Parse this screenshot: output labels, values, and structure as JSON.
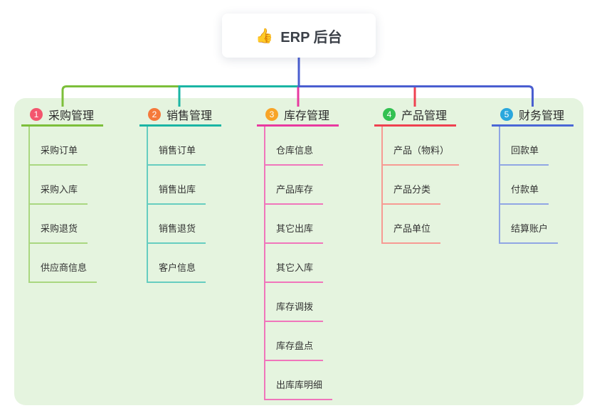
{
  "page": {
    "background": "#ffffff",
    "panel_bg": "#e5f4df"
  },
  "root": {
    "emoji": "👍",
    "label": "ERP 后台"
  },
  "connectors": {
    "bus_blue": "#4a5ed0"
  },
  "branches": [
    {
      "num": "1",
      "label": "采购管理",
      "color": "#7cbf3a",
      "light_color": "#a9d780",
      "badge_color": "#f3566e",
      "children": [
        "采购订单",
        "采购入库",
        "采购退货",
        "供应商信息"
      ]
    },
    {
      "num": "2",
      "label": "销售管理",
      "color": "#1ab5a4",
      "light_color": "#66cdc0",
      "badge_color": "#f5793b",
      "children": [
        "销售订单",
        "销售出库",
        "销售退货",
        "客户信息"
      ]
    },
    {
      "num": "3",
      "label": "库存管理",
      "color": "#e83aa0",
      "light_color": "#f075bb",
      "badge_color": "#f8a427",
      "children": [
        "仓库信息",
        "产品库存",
        "其它出库",
        "其它入库",
        "库存调拨",
        "库存盘点",
        "出库库明细"
      ]
    },
    {
      "num": "4",
      "label": "产品管理",
      "color": "#ef4150",
      "light_color": "#f79a93",
      "badge_color": "#32c151",
      "children": [
        "产品（物料）",
        "产品分类",
        "产品单位"
      ]
    },
    {
      "num": "5",
      "label": "财务管理",
      "color": "#4a67d6",
      "light_color": "#90a6e4",
      "badge_color": "#2aa7dd",
      "children": [
        "回款单",
        "付款单",
        "结算账户"
      ]
    }
  ]
}
